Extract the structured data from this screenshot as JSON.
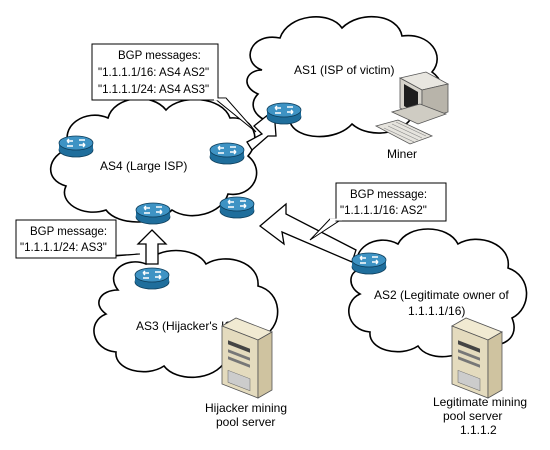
{
  "clouds": {
    "as1": "AS1 (ISP of victim)",
    "as4": "AS4 (Large ISP)",
    "as3": "AS3 (Hijacker's ISP)",
    "as2_line1": "AS2 (Legitimate owner of",
    "as2_line2": "1.1.1.1/16)"
  },
  "callouts": {
    "as4_to_as1": {
      "title": "BGP messages:",
      "line1": "\"1.1.1.1/16: AS4 AS2\"",
      "line2": "\"1.1.1.1/24: AS4 AS3\""
    },
    "as2_to_as4": {
      "title": "BGP message:",
      "line1": "\"1.1.1.1/16: AS2\""
    },
    "as3_to_as4": {
      "title": "BGP message:",
      "line1": "\"1.1.1.1/24: AS3\""
    }
  },
  "devices": {
    "miner": "Miner",
    "hijacker_server_line1": "Hijacker mining",
    "hijacker_server_line2": "pool server",
    "legit_server_line1": "Legitimate mining",
    "legit_server_line2": "pool server",
    "legit_server_line3": "1.1.1.2"
  },
  "colors": {
    "router_blue": "#1f6e9c",
    "router_top": "#3e93c4",
    "callout_fill": "#ffffff",
    "arrow_fill": "#ffffff",
    "cloud_stroke": "#000000"
  }
}
